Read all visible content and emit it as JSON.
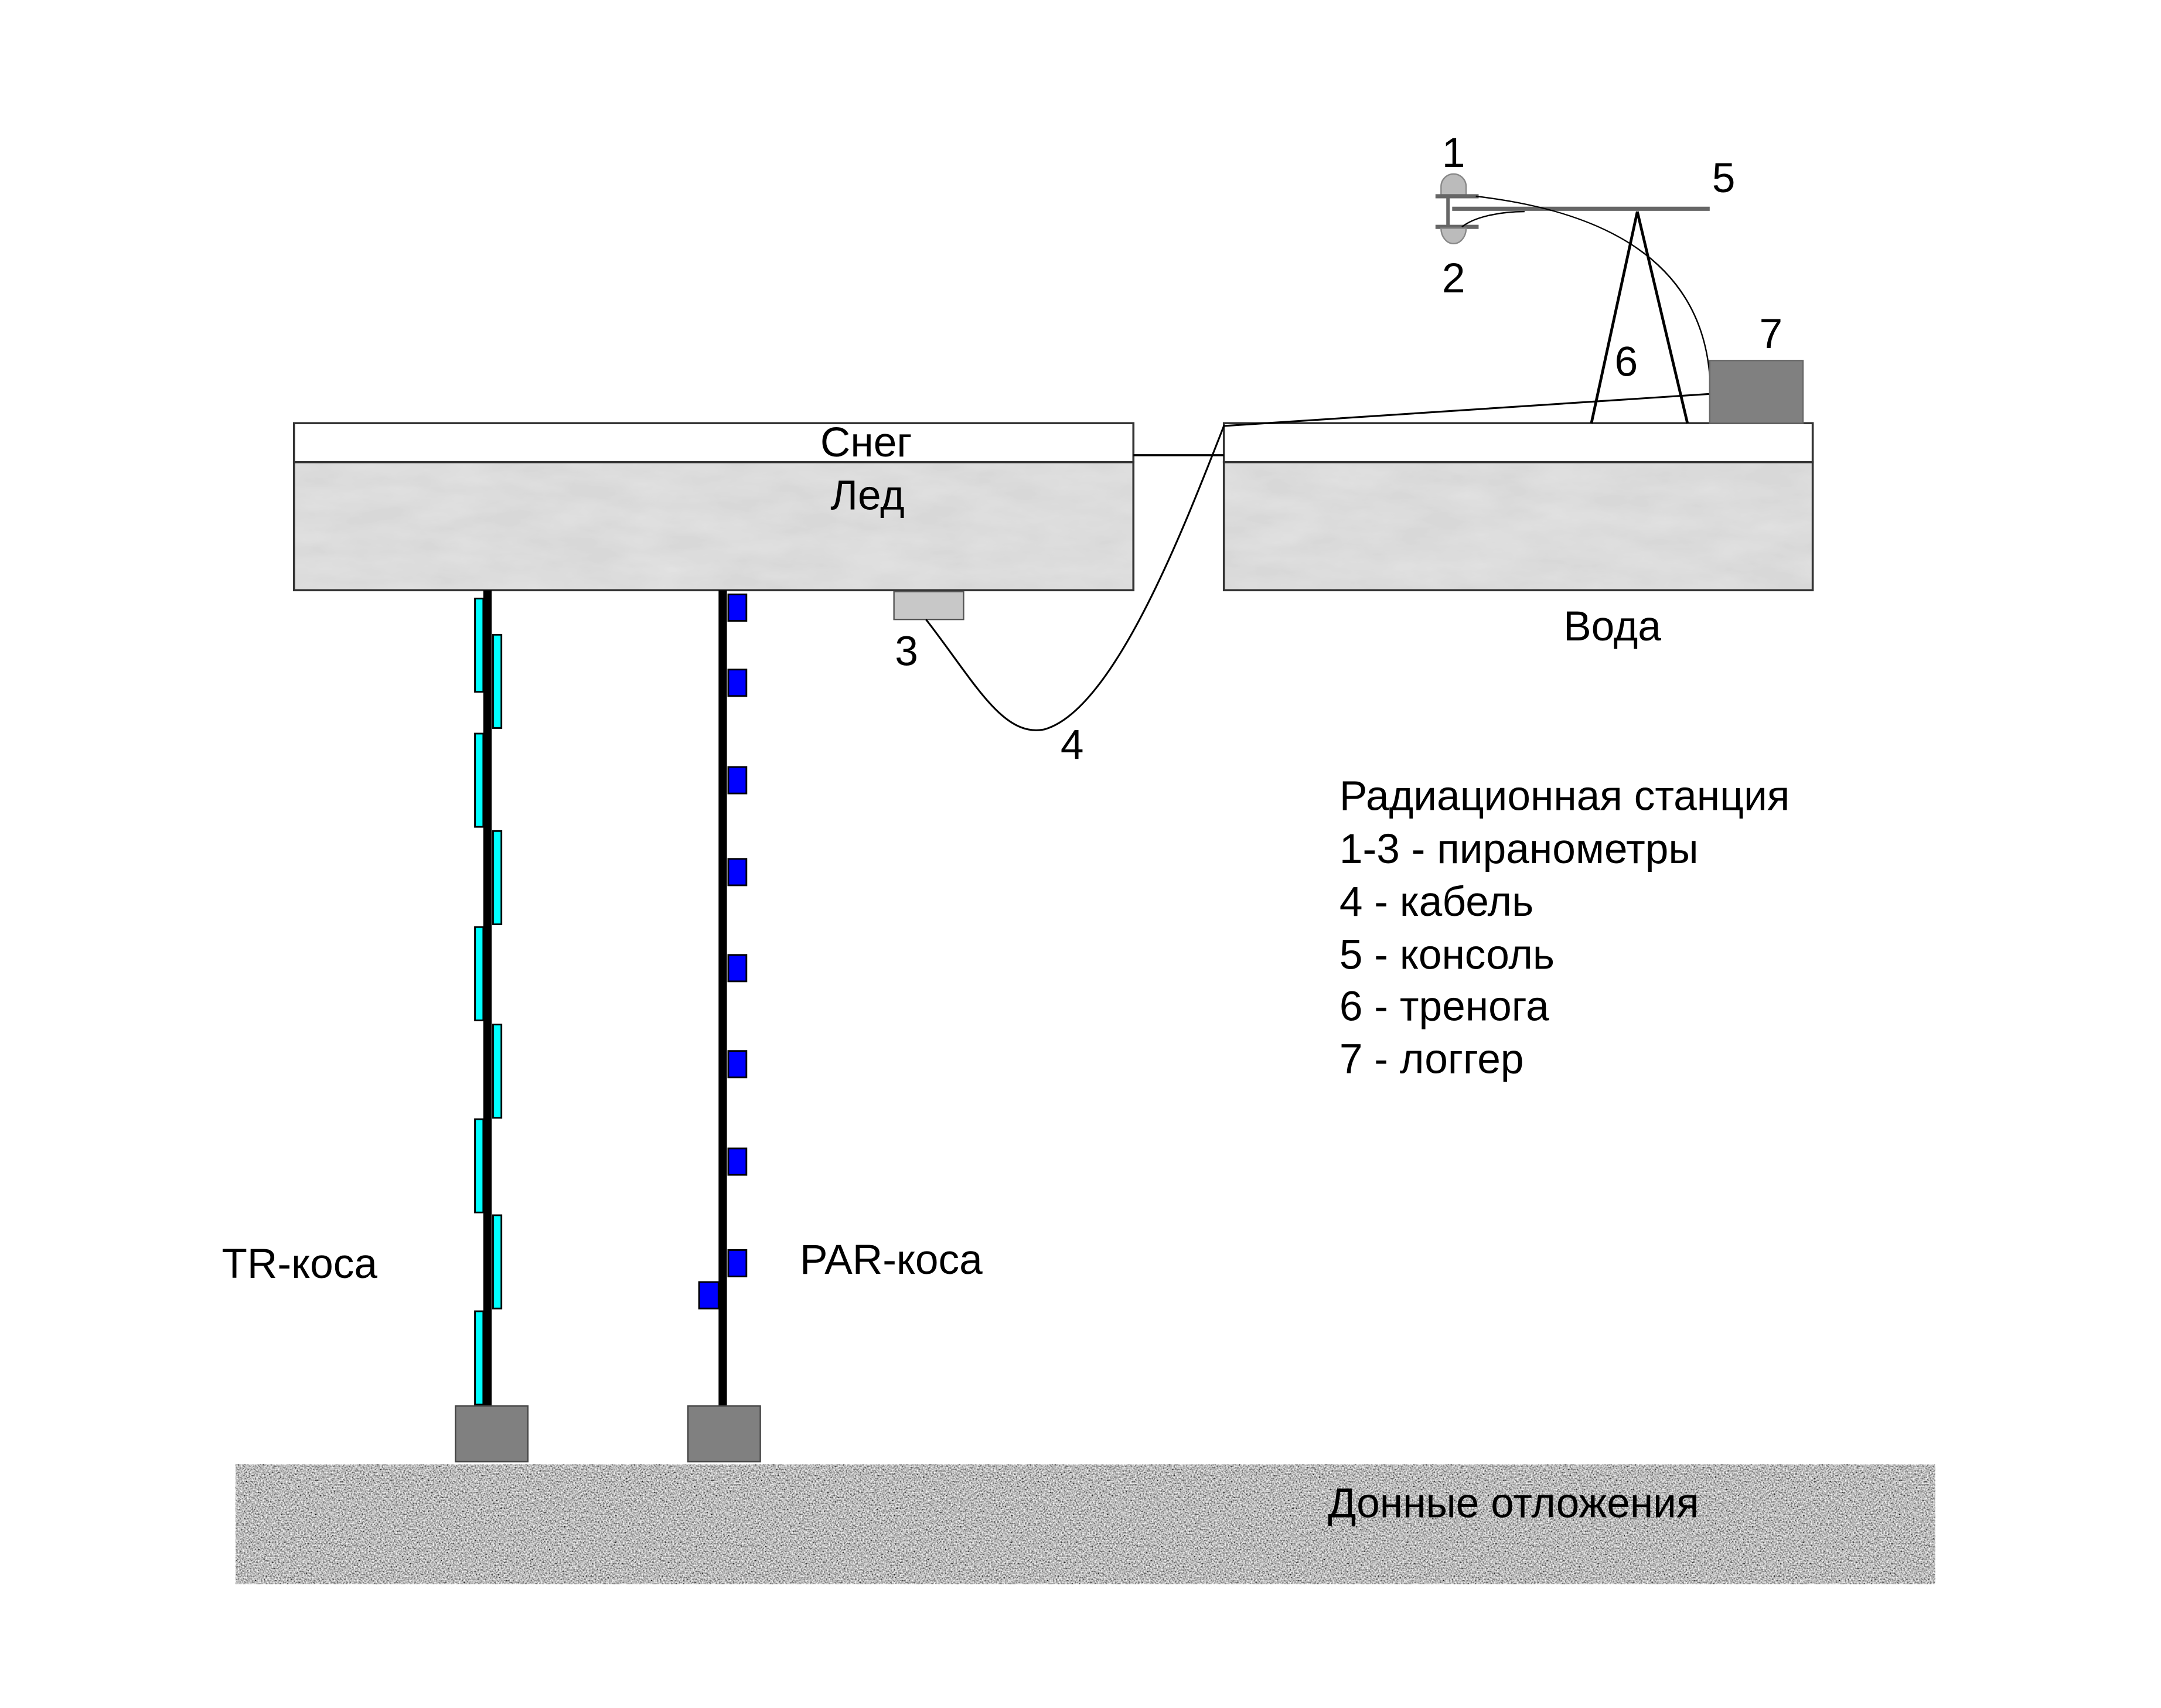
{
  "layers": {
    "snow": "Снег",
    "ice": "Лед",
    "water": "Вода",
    "sediment": "Донные отложения"
  },
  "strings": {
    "tr": "TR-коса",
    "par": "PAR-коса"
  },
  "markers": {
    "m1": "1",
    "m2": "2",
    "m3": "3",
    "m4": "4",
    "m5": "5",
    "m6": "6",
    "m7": "7"
  },
  "legend": {
    "title": "Радиационная станция",
    "items": [
      "1-3 - пиранометры",
      "4 - кабель",
      "5 - консоль",
      "6 - тренога",
      "7 - логгер"
    ]
  },
  "colors": {
    "tr_sensor": "#00ffff",
    "par_sensor": "#0000ff",
    "anchor": "#808080",
    "logger": "#808080"
  }
}
